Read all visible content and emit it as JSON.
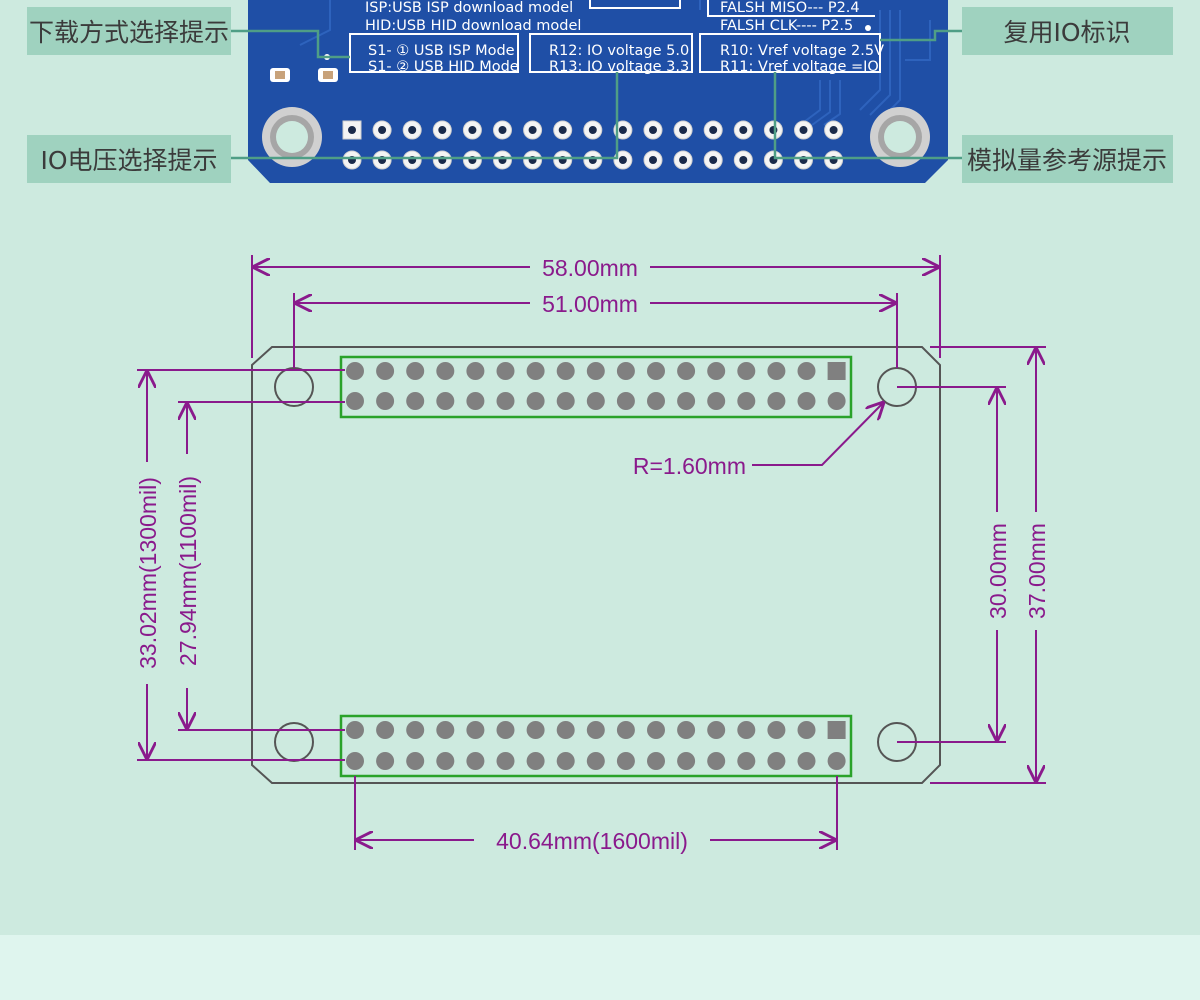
{
  "colors": {
    "background": "#cdeadf",
    "bottom_band": "#dff5ee",
    "pcb_blue": "#1f4fa6",
    "pcb_trace": "#2e63bd",
    "silkscreen": "#ffffff",
    "callout_box": "#9fd2bf",
    "callout_line": "#4f9e86",
    "dimension_purple": "#8a1a8c",
    "outline": "#555555",
    "header_green": "#2aa22a",
    "pin_gray": "#808080"
  },
  "callouts": {
    "download_mode": "下载方式选择提示",
    "io_voltage": "IO电压选择提示",
    "multiplex_io": "复用IO标识",
    "analog_reference": "模拟量参考源提示"
  },
  "silkscreen": {
    "isp_line": "ISP:USB ISP download model",
    "hid_line": "HID:USB HID download model",
    "s1_isp": "S1- ① USB ISP Mode",
    "s1_hid": "S1- ② USB HID Mode",
    "r12": "R12:  IO voltage 5.0",
    "r13": "R13:  IO voltage 3.3",
    "miso": "FALSH MISO--- P2.4",
    "clk": "FALSH CLK---- P2.5",
    "r10": "R10:  Vref voltage 2.5V",
    "r11": "R11:  Vref voltage =IO"
  },
  "dimensions": {
    "board_width": "58.00mm",
    "hole_spacing_x": "51.00mm",
    "hole_radius": "R=1.60mm",
    "left_outer": "33.02mm(1300mil)",
    "left_inner": "27.94mm(1100mil)",
    "right_inner": "30.00mm",
    "right_outer": "37.00mm",
    "header_span": "40.64mm(1600mil)"
  }
}
